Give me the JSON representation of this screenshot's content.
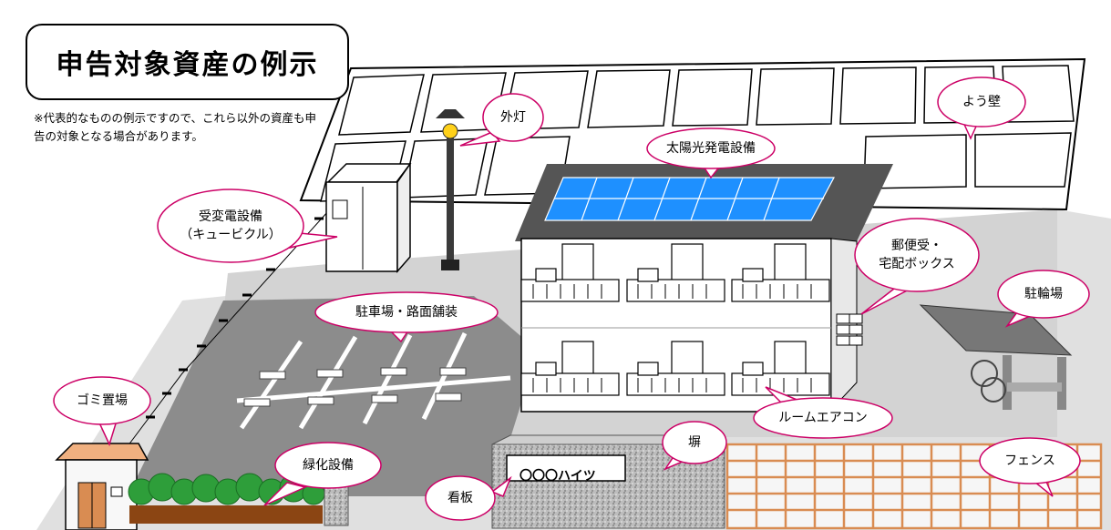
{
  "title": "申告対象資産の例示",
  "note": "※代表的なものの例示ですので、これら以外の資産も申告の対象となる場合があります。",
  "sign_text": "〇〇〇ハイツ",
  "labels": {
    "gaito": "外灯",
    "youheki": "よう壁",
    "taiyoko": "太陽光発電設備",
    "juhen_line1": "受変電設備",
    "juhen_line2": "（キュービクル）",
    "yubin_line1": "郵便受・",
    "yubin_line2": "宅配ボックス",
    "chusha": "駐車場・路面舗装",
    "chulin": "駐輪場",
    "gomi": "ゴミ置場",
    "roomac": "ルームエアコン",
    "hei": "塀",
    "fence": "フェンス",
    "ryokka": "緑化設備",
    "kanban": "看板"
  },
  "colors": {
    "solar_panel": "#1e90ff",
    "brick": "#d98c52",
    "gomi_roof": "#f0b080",
    "hedge": "#2e9e3a",
    "asphalt": "#8c8c8c",
    "bubble_border": "#cc0066"
  }
}
